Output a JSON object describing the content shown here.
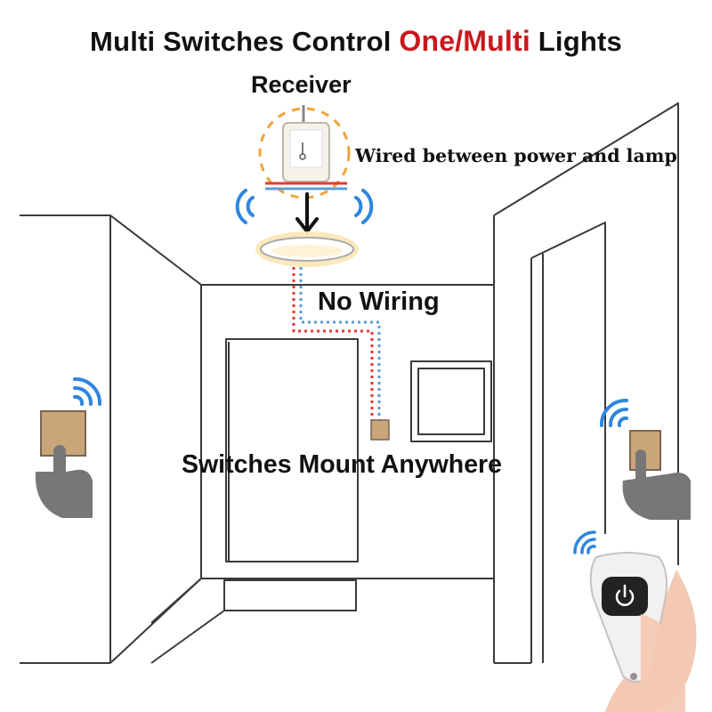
{
  "title": {
    "part1": "Multi Switches Control ",
    "highlight": "One/Multi",
    "part2": " Lights",
    "highlight_color": "#c8191e"
  },
  "labels": {
    "receiver": "Receiver",
    "wired": "Wired between power and lamp",
    "no_wiring": "No Wiring",
    "switches_mount": "Switches Mount Anywhere"
  },
  "colors": {
    "line": "#3a3a3a",
    "wire_red": "#e53935",
    "wire_blue": "#5b9bd5",
    "signal_blue": "#2e86de",
    "switch_fill": "#c9a57a",
    "lamp_glow": "#fbe7b5",
    "receiver_ring": "#f0a33a",
    "hand": "#777777",
    "remote_body": "#f2f0f0",
    "remote_button": "#222222",
    "hand_skin": "#f3c9b3"
  },
  "icons": [
    "wifi-signal-icon",
    "power-icon",
    "down-arrow-icon"
  ]
}
